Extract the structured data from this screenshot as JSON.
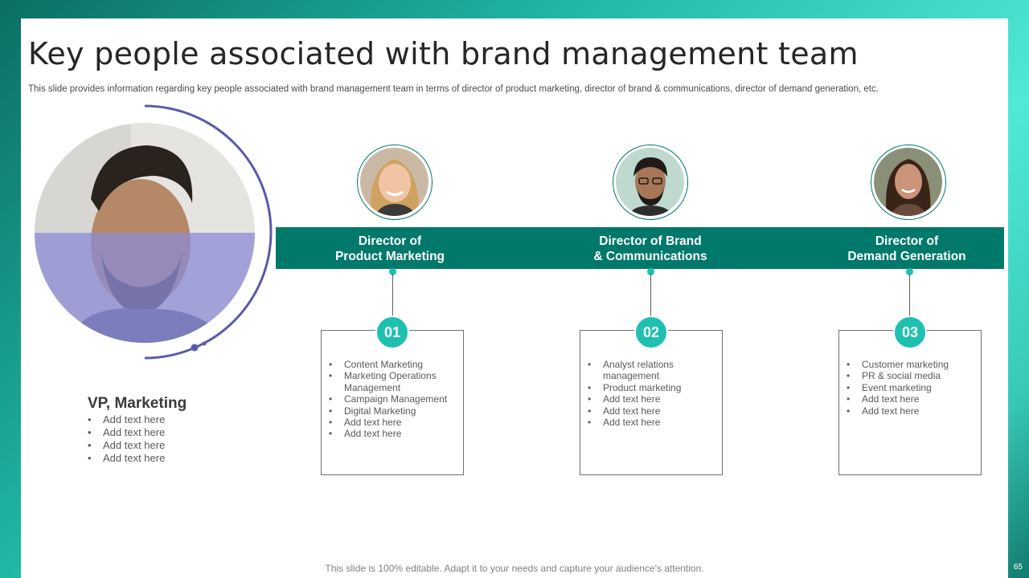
{
  "slide": {
    "title": "Key people associated with brand management team",
    "subtitle": "This slide provides information regarding key people associated with brand management team in terms of director of product marketing, director of brand & communications, director of demand generation, etc.",
    "footer": "This slide is 100% editable. Adapt it to your needs and capture your audience's attention.",
    "page_number": "65"
  },
  "colors": {
    "banner": "#00796b",
    "badge": "#1fc0b0",
    "ring": "#5b5ba8",
    "overlay": "#8b8bd6"
  },
  "vp": {
    "name": "VP, Marketing",
    "items": [
      "Add text here",
      "Add text here",
      "Add text here",
      "Add text here"
    ]
  },
  "directors": [
    {
      "title_line1": "Director of",
      "title_line2": "Product Marketing",
      "number": "01",
      "items": [
        "Content Marketing",
        "Marketing Operations Management",
        "Campaign Management",
        "Digital Marketing",
        "Add text here",
        "Add text here"
      ]
    },
    {
      "title_line1": "Director of Brand",
      "title_line2": "& Communications",
      "number": "02",
      "items": [
        "Analyst relations management",
        "Product marketing",
        "Add text here",
        "Add text here",
        "Add text here"
      ]
    },
    {
      "title_line1": "Director of",
      "title_line2": "Demand Generation",
      "number": "03",
      "items": [
        "Customer marketing",
        "PR & social media",
        "Event marketing",
        "Add text here",
        "Add text here"
      ]
    }
  ]
}
